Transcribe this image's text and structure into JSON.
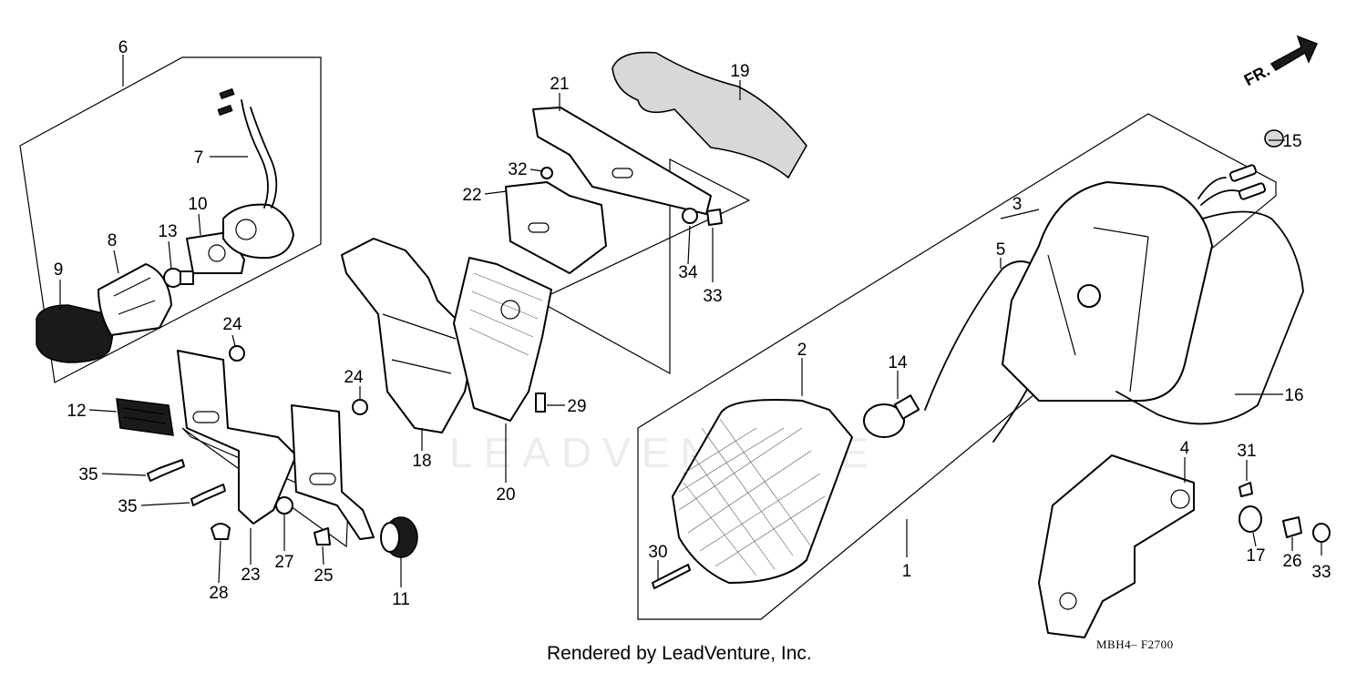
{
  "diagram": {
    "callouts": [
      "1",
      "2",
      "3",
      "4",
      "5",
      "6",
      "7",
      "8",
      "9",
      "10",
      "11",
      "12",
      "13",
      "14",
      "15",
      "16",
      "17",
      "18",
      "19",
      "20",
      "21",
      "22",
      "23",
      "24",
      "24",
      "25",
      "26",
      "27",
      "28",
      "29",
      "30",
      "31",
      "32",
      "33",
      "33",
      "34",
      "35",
      "35"
    ],
    "direction_label": "FR.",
    "footer": "Rendered by LeadVenture, Inc.",
    "diagram_code": "MBH4– F2700",
    "watermark": "LEADVENTURE"
  }
}
